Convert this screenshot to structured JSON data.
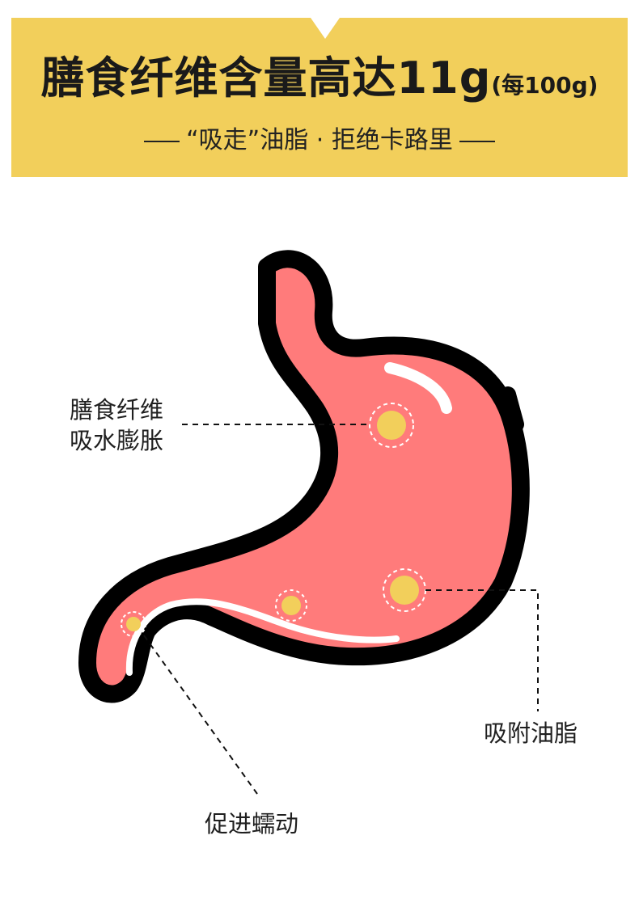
{
  "header": {
    "title_main": "膳食纤维含量高达11g",
    "title_unit": "(每100g)",
    "subtitle": "“吸走”油脂 · 拒绝卡路里"
  },
  "callouts": {
    "fiber_line1": "膳食纤维",
    "fiber_line2": "吸水膨胀",
    "oil": "吸附油脂",
    "peristalsis": "促进蠕动"
  },
  "colors": {
    "banner": "#f2cf5b",
    "stomach_fill": "#ff7b7b",
    "outline": "#000000",
    "particle": "#f2cf5b"
  }
}
